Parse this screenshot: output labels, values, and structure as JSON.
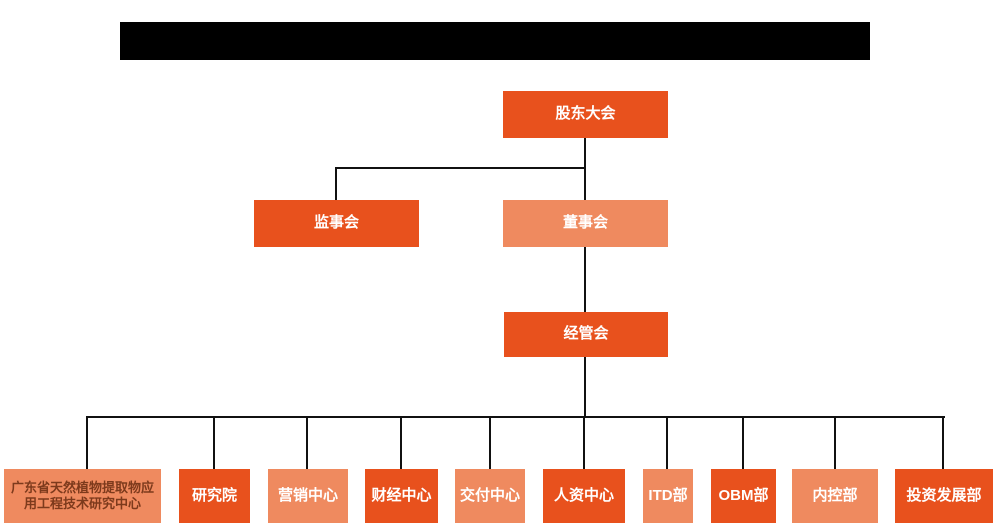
{
  "header": {
    "redacted_title_bar": true
  },
  "colors": {
    "primary_orange": "#e8511d",
    "secondary_salmon": "#ef8a5f",
    "connector_line": "#111111",
    "node_text": "#ffffff",
    "research_center_text": "#7d3a1c",
    "background": "#ffffff"
  },
  "org": {
    "root": {
      "label": "股东大会",
      "variant": "primary"
    },
    "level2": [
      {
        "label": "监事会",
        "variant": "primary"
      },
      {
        "label": "董事会",
        "variant": "secondary"
      }
    ],
    "level3": {
      "label": "经管会",
      "variant": "primary"
    },
    "departments": [
      {
        "label": "广东省天然植物提取物应用工程技术研究中心",
        "variant": "secondary"
      },
      {
        "label": "研究院",
        "variant": "primary"
      },
      {
        "label": "营销中心",
        "variant": "secondary"
      },
      {
        "label": "财经中心",
        "variant": "primary"
      },
      {
        "label": "交付中心",
        "variant": "secondary"
      },
      {
        "label": "人资中心",
        "variant": "primary"
      },
      {
        "label": "ITD部",
        "variant": "secondary"
      },
      {
        "label": "OBM部",
        "variant": "primary"
      },
      {
        "label": "内控部",
        "variant": "secondary"
      },
      {
        "label": "投资发展部",
        "variant": "primary"
      }
    ]
  }
}
